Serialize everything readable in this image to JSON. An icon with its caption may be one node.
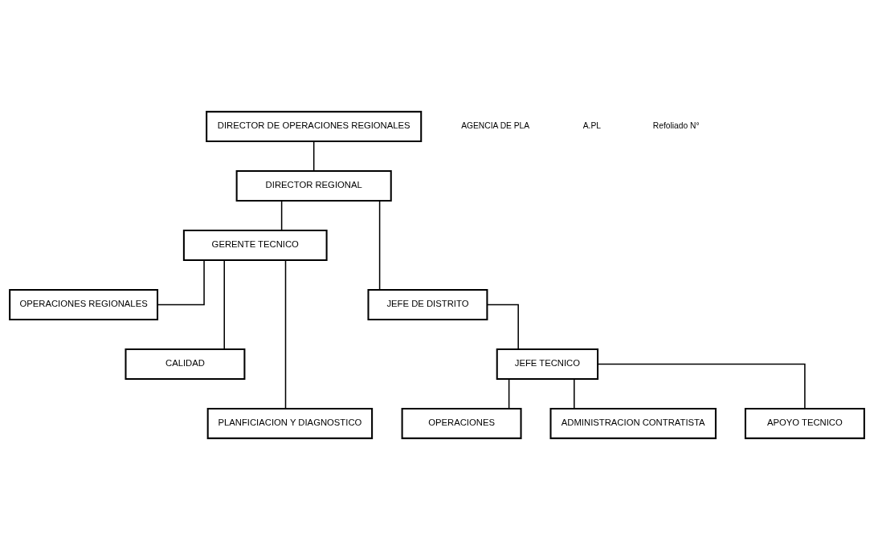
{
  "diagram": {
    "nodes": [
      {
        "text": [
          "DIRECTOR DE OPERACIONES REGIONALES"
        ]
      },
      {
        "text": [
          "DIRECTOR REGIONAL"
        ]
      },
      {
        "text": [
          "GERENTE TECNICO"
        ]
      },
      {
        "text": [
          "JEFE DE DISTRITO"
        ]
      },
      {
        "text": [
          "JEFE TECNICO"
        ]
      },
      {
        "text": [
          "OPERACIONES"
        ]
      },
      {
        "text": [
          "ADMINISTRACION CONTRATISTA"
        ]
      },
      {
        "text": [
          "APOYO TECNICO"
        ]
      },
      {
        "text": [
          "OPERACIONES REGIONALES"
        ]
      },
      {
        "text": [
          "CALIDAD"
        ]
      },
      {
        "text": [
          "PLANFICIACION Y DIAGNOSTICO"
        ]
      }
    ],
    "edges": [
      {
        "from": 0,
        "to": 1,
        "arrow": "none"
      },
      {
        "from": 1,
        "to": 3,
        "arrow": "none"
      },
      {
        "from": 1,
        "to": 2,
        "arrow": "none"
      },
      {
        "from": 3,
        "to": 4,
        "arrow": "none"
      },
      {
        "from": 4,
        "to": 5,
        "arrow": "none"
      },
      {
        "from": 4,
        "to": 6,
        "arrow": "none"
      },
      {
        "from": 4,
        "to": 7,
        "arrow": "none"
      },
      {
        "from": 2,
        "to": 8,
        "arrow": "none"
      },
      {
        "from": 2,
        "to": 9,
        "arrow": "none"
      },
      {
        "from": 2,
        "to": 10,
        "arrow": "none"
      }
    ],
    "labels": [
      "AGENCIA DE PLA",
      "A.PL",
      "Refoliado N°"
    ]
  }
}
